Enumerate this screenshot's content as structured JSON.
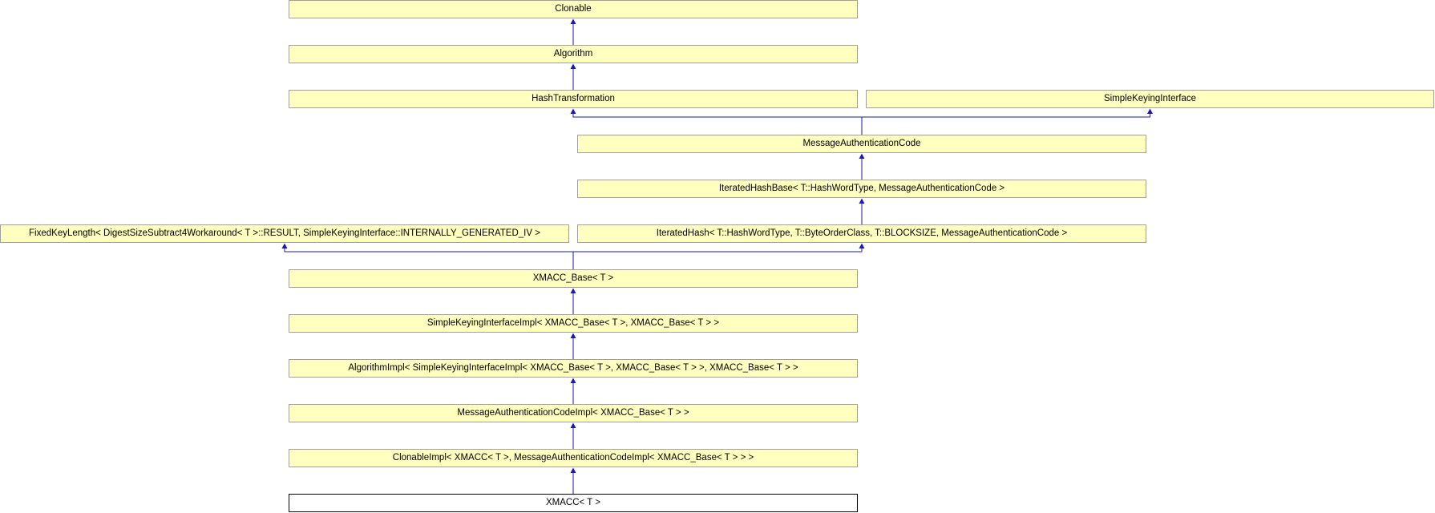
{
  "diagram": {
    "colors": {
      "node_fill": "#ffffc0",
      "node_border": "#a0a0a0",
      "current_fill": "#ffffff",
      "current_border": "#000000",
      "edge": "#1a1aa6"
    },
    "nodes": {
      "clonable": "Clonable",
      "algorithm": "Algorithm",
      "hash_transformation": "HashTransformation",
      "simple_keying_interface": "SimpleKeyingInterface",
      "message_authentication_code": "MessageAuthenticationCode",
      "iterated_hash_base": "IteratedHashBase< T::HashWordType, MessageAuthenticationCode >",
      "fixed_key_length": "FixedKeyLength< DigestSizeSubtract4Workaround< T >::RESULT, SimpleKeyingInterface::INTERNALLY_GENERATED_IV >",
      "iterated_hash": "IteratedHash< T::HashWordType, T::ByteOrderClass, T::BLOCKSIZE, MessageAuthenticationCode >",
      "xmacc_base": "XMACC_Base< T >",
      "simple_keying_interface_impl": "SimpleKeyingInterfaceImpl< XMACC_Base< T >, XMACC_Base< T > >",
      "algorithm_impl": "AlgorithmImpl< SimpleKeyingInterfaceImpl< XMACC_Base< T >, XMACC_Base< T > >, XMACC_Base< T > >",
      "message_authentication_code_impl": "MessageAuthenticationCodeImpl< XMACC_Base< T > >",
      "clonable_impl": "ClonableImpl< XMACC< T >, MessageAuthenticationCodeImpl< XMACC_Base< T > > >",
      "xmacc": "XMACC< T >"
    },
    "edges": [
      [
        "algorithm",
        "clonable"
      ],
      [
        "hash_transformation",
        "algorithm"
      ],
      [
        "message_authentication_code",
        "hash_transformation"
      ],
      [
        "message_authentication_code",
        "simple_keying_interface"
      ],
      [
        "iterated_hash_base",
        "message_authentication_code"
      ],
      [
        "iterated_hash",
        "iterated_hash_base"
      ],
      [
        "xmacc_base",
        "fixed_key_length"
      ],
      [
        "xmacc_base",
        "iterated_hash"
      ],
      [
        "simple_keying_interface_impl",
        "xmacc_base"
      ],
      [
        "algorithm_impl",
        "simple_keying_interface_impl"
      ],
      [
        "message_authentication_code_impl",
        "algorithm_impl"
      ],
      [
        "clonable_impl",
        "message_authentication_code_impl"
      ],
      [
        "xmacc",
        "clonable_impl"
      ]
    ]
  }
}
